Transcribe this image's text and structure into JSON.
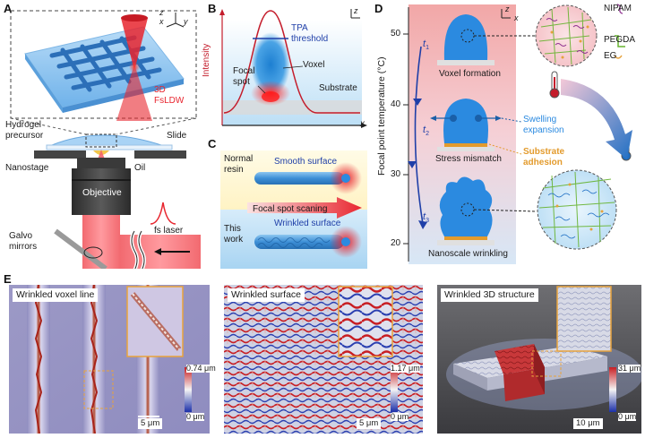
{
  "panel_letters": {
    "a": "A",
    "b": "B",
    "c": "C",
    "d": "D",
    "e": "E"
  },
  "panel_a": {
    "axis_z": "z",
    "axis_x": "x",
    "axis_y": "y",
    "method": "3D\nFsLDW",
    "hydrogel": "Hydrogel\nprecursor",
    "slide": "Slide",
    "nanostage": "Nanostage",
    "oil": "Oil",
    "objective": "Objective",
    "fs_laser": "fs laser",
    "galvo": "Galvo\nmirrors"
  },
  "panel_b": {
    "ylabel": "Intensity",
    "axis_z": "z",
    "axis_x": "x",
    "tpa": "TPA\nthreshold",
    "focal": "Focal\nspot",
    "voxel": "Voxel",
    "substrate": "Substrate"
  },
  "panel_c": {
    "normal_resin": "Normal\nresin",
    "smooth": "Smooth surface",
    "scanning": "Focal spot scaning",
    "this_work": "This\nwork",
    "wrinkled": "Wrinkled surface"
  },
  "panel_d": {
    "ylabel": "Focal point temperature (°C)",
    "ticks": [
      "50",
      "40",
      "30",
      "20"
    ],
    "t1": "t",
    "t1_sub": "1",
    "t2": "t",
    "t2_sub": "2",
    "t3": "t",
    "t3_sub": "3",
    "axis_z": "z",
    "axis_x": "x",
    "voxel_formation": "Voxel formation",
    "stress_mismatch": "Stress mismatch",
    "nanoscale_wrinkling": "Nanoscale wrinkling",
    "swelling": "Swelling\nexpansion",
    "adhesion": "Substrate\nadhesion",
    "legend": [
      "NIPAM",
      "PEGDA",
      "EG"
    ],
    "legend_colors": [
      "#8e2f8f",
      "#66b32e",
      "#e6a23c"
    ]
  },
  "panel_e": {
    "titles": [
      "Wrinkled voxel line",
      "Wrinkled surface",
      "Wrinkled 3D structure"
    ],
    "cbar_max": [
      "0.74 μm",
      "1.17 μm",
      "31 μm"
    ],
    "cbar_min": [
      "0 μm",
      "0 μm",
      "0 μm"
    ],
    "scalebars": [
      "5 μm",
      "5 μm",
      "10 μm"
    ]
  },
  "colors": {
    "laser_red": "#e8262f",
    "hydrogel_blue": "#3d8fd6",
    "orange_accent": "#e8a33d",
    "substrate_orange": "#e39b2d"
  }
}
